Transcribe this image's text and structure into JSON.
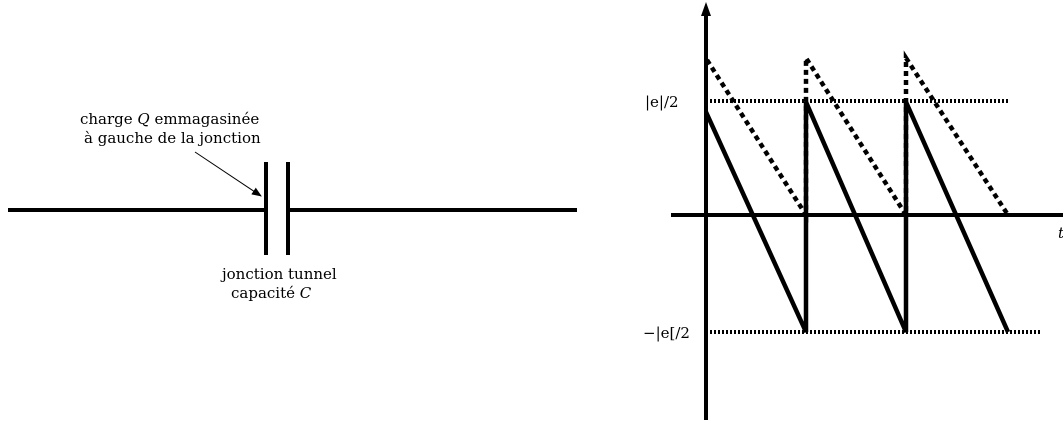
{
  "circuit": {
    "charge_label": {
      "line1_pre": "charge ",
      "line1_var": "Q",
      "line1_post": " emmagasinée",
      "line2": "à gauche de la jonction"
    },
    "junction_label": {
      "line1": "jonction tunnel",
      "line2_pre": "capacité ",
      "line2_var": "C"
    }
  },
  "graph": {
    "label_pos": "|e|/2",
    "label_neg": "−|e[/2",
    "axis_t": "t"
  },
  "colors": {
    "stroke": "#000000",
    "background": "#ffffff"
  }
}
